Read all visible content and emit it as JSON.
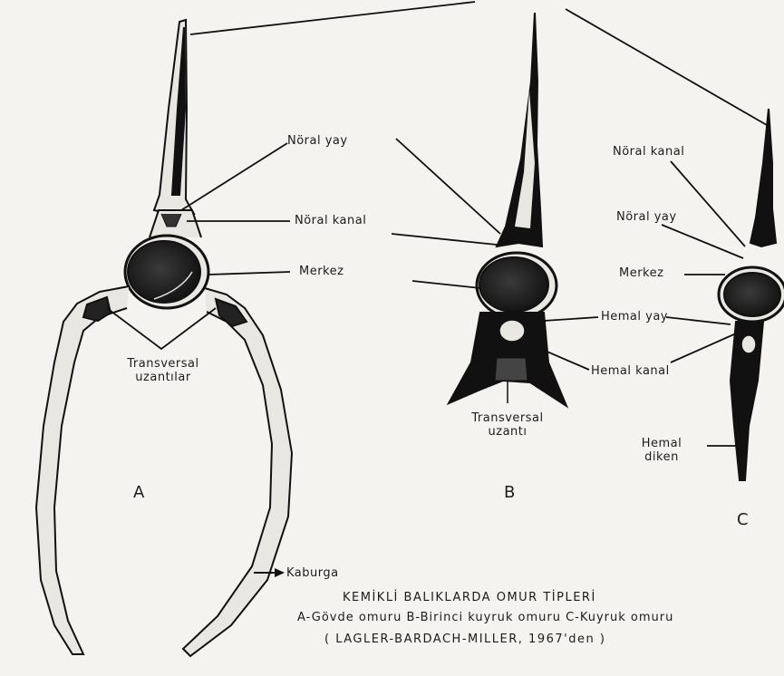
{
  "figure": {
    "title": "KEMİKLİ BALIKLARDA OMUR TİPLERİ",
    "caption": "A-Gövde omuru   B-Birinci kuyruk omuru  C-Kuyruk omuru",
    "source": "( LAGLER-BARDACH-MILLER, 1967'den )"
  },
  "vertebrae": {
    "A": {
      "letter": "A",
      "labels": {
        "noral_yay": "Nöral yay",
        "noral_kanal": "Nöral kanal",
        "merkez": "Merkez",
        "transversal_1": "Transversal",
        "transversal_2": "uzantılar",
        "kaburga": "Kaburga"
      }
    },
    "B": {
      "letter": "B",
      "labels": {
        "hemal_yay": "Hemal yay",
        "hemal_kanal": "Hemal kanal",
        "transversal_1": "Transversal",
        "transversal_2": "uzantı"
      }
    },
    "C": {
      "letter": "C",
      "labels": {
        "noral_kanal": "Nöral kanal",
        "noral_yay": "Nöral yay",
        "merkez": "Merkez",
        "hemal_diken_1": "Hemal",
        "hemal_diken_2": "diken"
      }
    }
  }
}
